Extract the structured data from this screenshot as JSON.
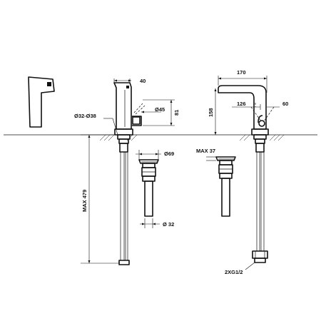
{
  "dimensions": {
    "width_40": "40",
    "dia_45": "Ø45",
    "height_81": "81",
    "dia_32_38": "Ø32-Ø38",
    "width_170": "170",
    "length_126": "126",
    "angle_60": "60",
    "height_158": "158",
    "dia_69": "Ø69",
    "max_37": "MAX 37",
    "max_479": "MAX 479",
    "dia_32": "Ø 32",
    "thread": "2XG1/2"
  }
}
